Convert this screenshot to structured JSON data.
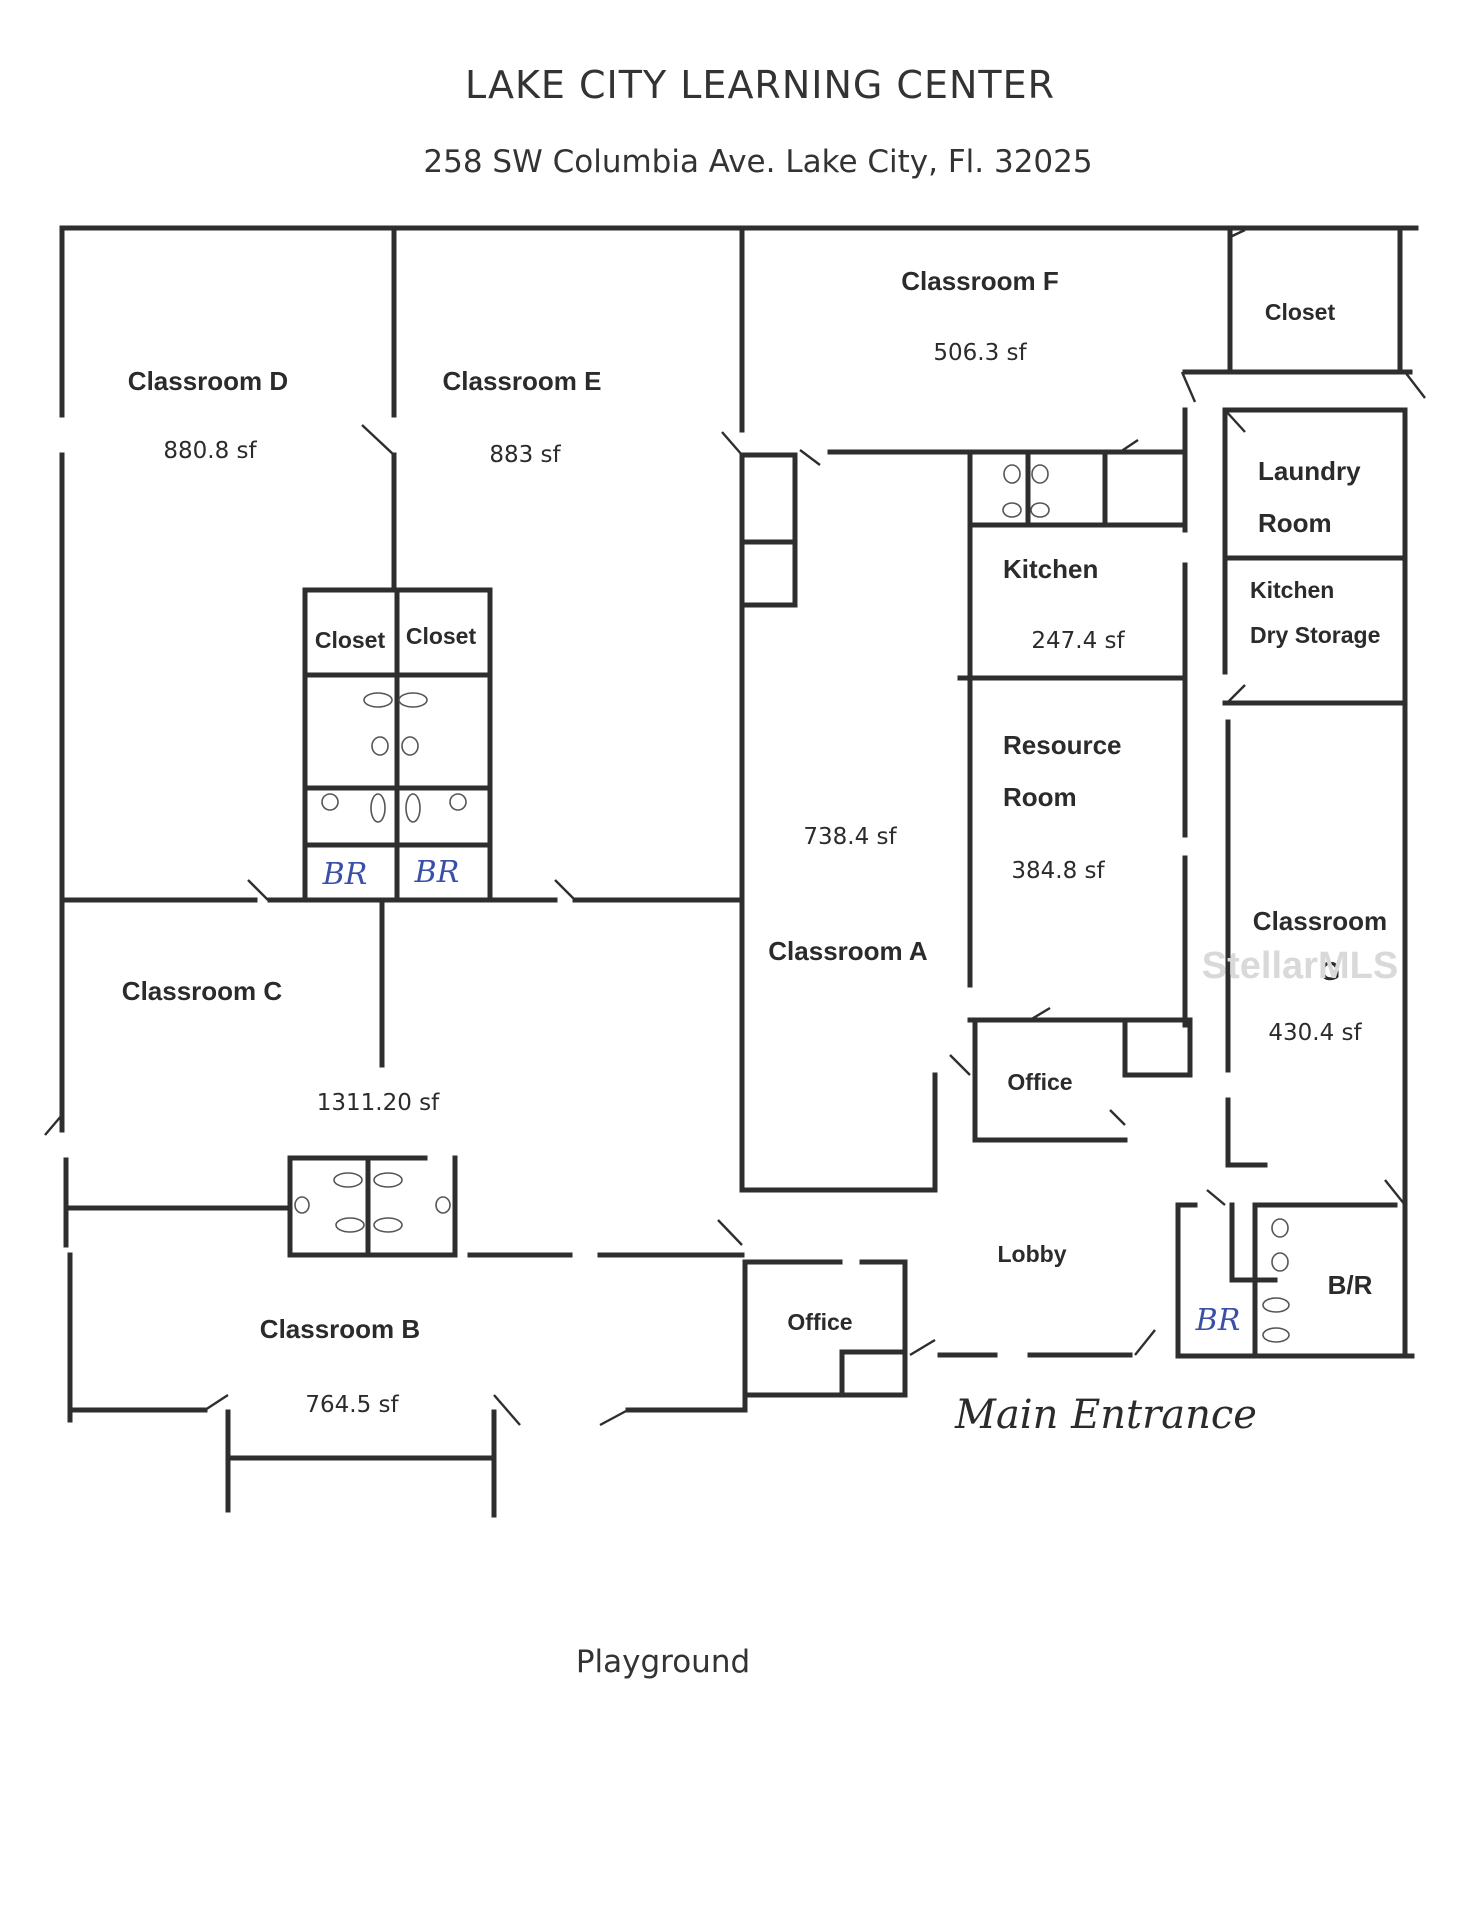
{
  "header": {
    "title": "LAKE CITY LEARNING CENTER",
    "address": "258 SW Columbia Ave. Lake City, Fl. 32025"
  },
  "rooms": {
    "classroom_d": {
      "name": "Classroom D",
      "area": "880.8 sf"
    },
    "classroom_e": {
      "name": "Classroom E",
      "area": "883 sf"
    },
    "classroom_f": {
      "name": "Classroom F",
      "area": "506.3 sf"
    },
    "closet_f": {
      "name": "Closet"
    },
    "laundry": {
      "line1": "Laundry",
      "line2": "Room"
    },
    "kitchen_storage": {
      "line1": "Kitchen",
      "line2": "Dry Storage"
    },
    "kitchen": {
      "name": "Kitchen",
      "area": "247.4 sf"
    },
    "resource": {
      "line1": "Resource",
      "line2": "Room",
      "area": "384.8 sf"
    },
    "classroom_a": {
      "name": "Classroom A",
      "area": "738.4 sf"
    },
    "closet_left": {
      "name": "Closet"
    },
    "closet_right": {
      "name": "Closet"
    },
    "br_left": {
      "name": "BR"
    },
    "br_right": {
      "name": "BR"
    },
    "classroom_g": {
      "line1": "Classroom",
      "line2": "G",
      "area": "430.4 sf"
    },
    "office_a": {
      "name": "Office"
    },
    "classroom_c": {
      "name": "Classroom C",
      "area": "1311.20 sf"
    },
    "classroom_b": {
      "name": "Classroom B",
      "area": "764.5 sf"
    },
    "office_lobby": {
      "name": "Office"
    },
    "lobby": {
      "name": "Lobby"
    },
    "br_lobby": {
      "name": "BR"
    },
    "br_slash": {
      "name": "B/R"
    }
  },
  "labels": {
    "main_entrance": "Main Entrance",
    "playground": "Playground",
    "watermark": "StellarMLS"
  }
}
